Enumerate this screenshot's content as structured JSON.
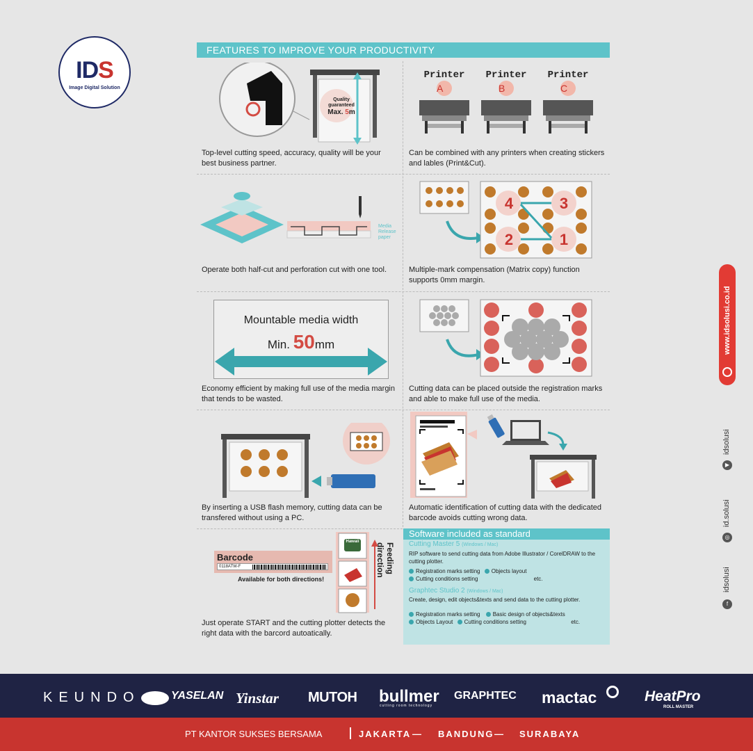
{
  "logo": {
    "mark_a": "ID",
    "mark_b": "S",
    "subtitle": "Image Digital Solution"
  },
  "header": {
    "title": "FEATURES TO IMPROVE YOUR PRODUCTIVITY"
  },
  "features": {
    "cutting_speed": {
      "caption": "Top-level cutting speed, accuracy, quality will be your best business partner.",
      "badge_line1": "Quality",
      "badge_line2": "guaranteed",
      "badge_max": "Max.",
      "badge_value": "5",
      "badge_unit": "m"
    },
    "printers": {
      "caption": "Can be combined with any printers when creating stickers and lables (Print&Cut).",
      "items": [
        {
          "label": "Printer",
          "letter": "A"
        },
        {
          "label": "Printer",
          "letter": "B"
        },
        {
          "label": "Printer",
          "letter": "C"
        }
      ]
    },
    "half_cut": {
      "caption": "Operate both half-cut and perforation cut with one tool.",
      "media_label": "Media",
      "release_label": "Release paper"
    },
    "matrix_copy": {
      "caption": "Multiple-mark compensation (Matrix copy) function supports 0mm margin.",
      "numbers": [
        "4",
        "3",
        "2",
        "1"
      ]
    },
    "media_width": {
      "caption": "Economy efficient by making full use of the media margin that tends to be wasted.",
      "title": "Mountable media width",
      "min_label": "Min.",
      "min_value": "50",
      "min_unit": "mm"
    },
    "outside_marks": {
      "caption": "Cutting data can be placed outside the registration marks and able to make full use of the media."
    },
    "usb": {
      "caption": "By inserting a USB flash memory, cutting data can be transfered without using a PC."
    },
    "auto_id": {
      "caption": "Automatic identification of cutting data with the dedicated barcode avoids cutting wrong data."
    },
    "barcode": {
      "caption": "Just operate START and the cutting plotter detects the right data with the barcord autoatically.",
      "title": "Barcode",
      "code": "0118ATW-F",
      "note": "Available for both directions!",
      "feeding": "Feeding direction",
      "label_brand": "Hawaii"
    }
  },
  "software": {
    "heading": "Software included as standard",
    "cm_name": "Cutting Master 5",
    "cm_os": "(Windows / Mac)",
    "cm_desc": "RIP software to send cutting data from Adobe Illustrator / CorelDRAW to the cutting plotter.",
    "cm_items": [
      "Registration marks setting",
      "Objects layout",
      "Cutting conditions setting"
    ],
    "cm_etc": "etc.",
    "gs_name": "Graphtec Studio 2",
    "gs_os": "(Windows / Mac)",
    "gs_desc": "Create, design, edit objects&texts and send data to the cutting plotter.",
    "gs_items": [
      "Registration marks setting",
      "Basic design of objects&texts",
      "Objects Layout",
      "Cutting conditions setting"
    ],
    "gs_etc": "etc."
  },
  "side": {
    "website": "www.idsolusi.co.id",
    "handles": [
      "idsolusi",
      "id.solusi",
      "idsolusi"
    ]
  },
  "brands": [
    "KEUNDO",
    "YASELAN",
    "Yinstar",
    "MUTOH",
    "bullmer",
    "GRAPHTEC",
    "mactac",
    "HeatPro"
  ],
  "brand_subs": {
    "bullmer": "cutting room technology",
    "heatpro": "ROLL MASTER"
  },
  "footer": {
    "company": "PT KANTOR SUKSES BERSAMA",
    "cities": [
      "JAKARTA",
      "BANDUNG",
      "SURABAYA"
    ],
    "sep": "—"
  },
  "colors": {
    "teal": "#5ec3c9",
    "red": "#c8342f",
    "navy": "#1f2344",
    "salmon": "#d9625a"
  }
}
